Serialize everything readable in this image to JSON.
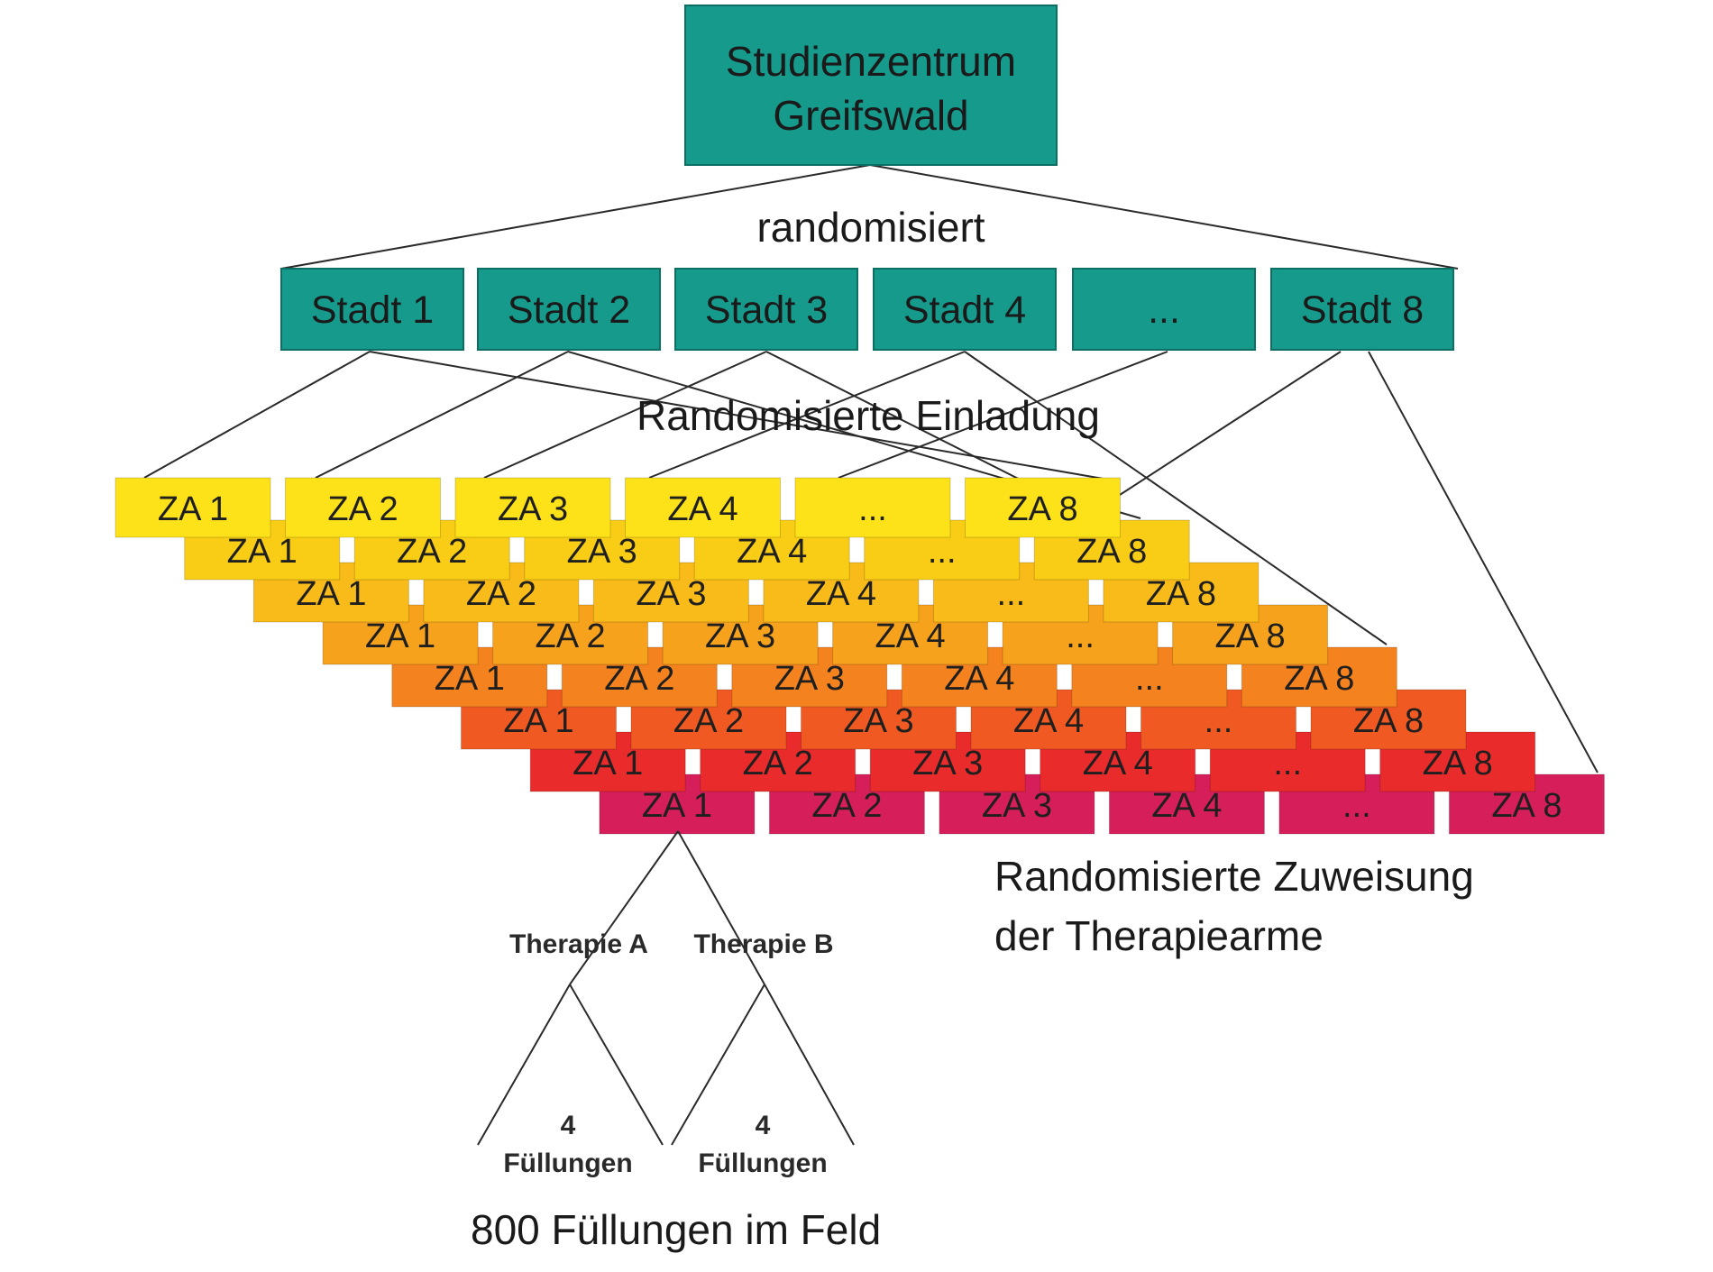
{
  "top_box": {
    "line1": "Studienzentrum",
    "line2": "Greifswald",
    "color": "#169a8c"
  },
  "labels": {
    "randomisiert": "randomisiert",
    "einladung": "Randomisierte Einladung",
    "zuweisung_line1": "Randomisierte Zuweisung",
    "zuweisung_line2": "der Therapiearme",
    "therapie_a": "Therapie A",
    "therapie_b": "Therapie B",
    "fuellungen_count": "4",
    "fuellungen_label": "Füllungen",
    "total": "800 Füllungen im Feld"
  },
  "cities": [
    "Stadt 1",
    "Stadt 2",
    "Stadt 3",
    "Stadt 4",
    "...",
    "Stadt 8"
  ],
  "practice_labels": [
    "ZA 1",
    "ZA 2",
    "ZA 3",
    "ZA 4",
    "...",
    "ZA 8"
  ],
  "layer_colors": [
    "#d61f5a",
    "#ea2b2b",
    "#f05a22",
    "#f3821f",
    "#f7a21d",
    "#f9bb19",
    "#f9cd16",
    "#fde21a"
  ]
}
